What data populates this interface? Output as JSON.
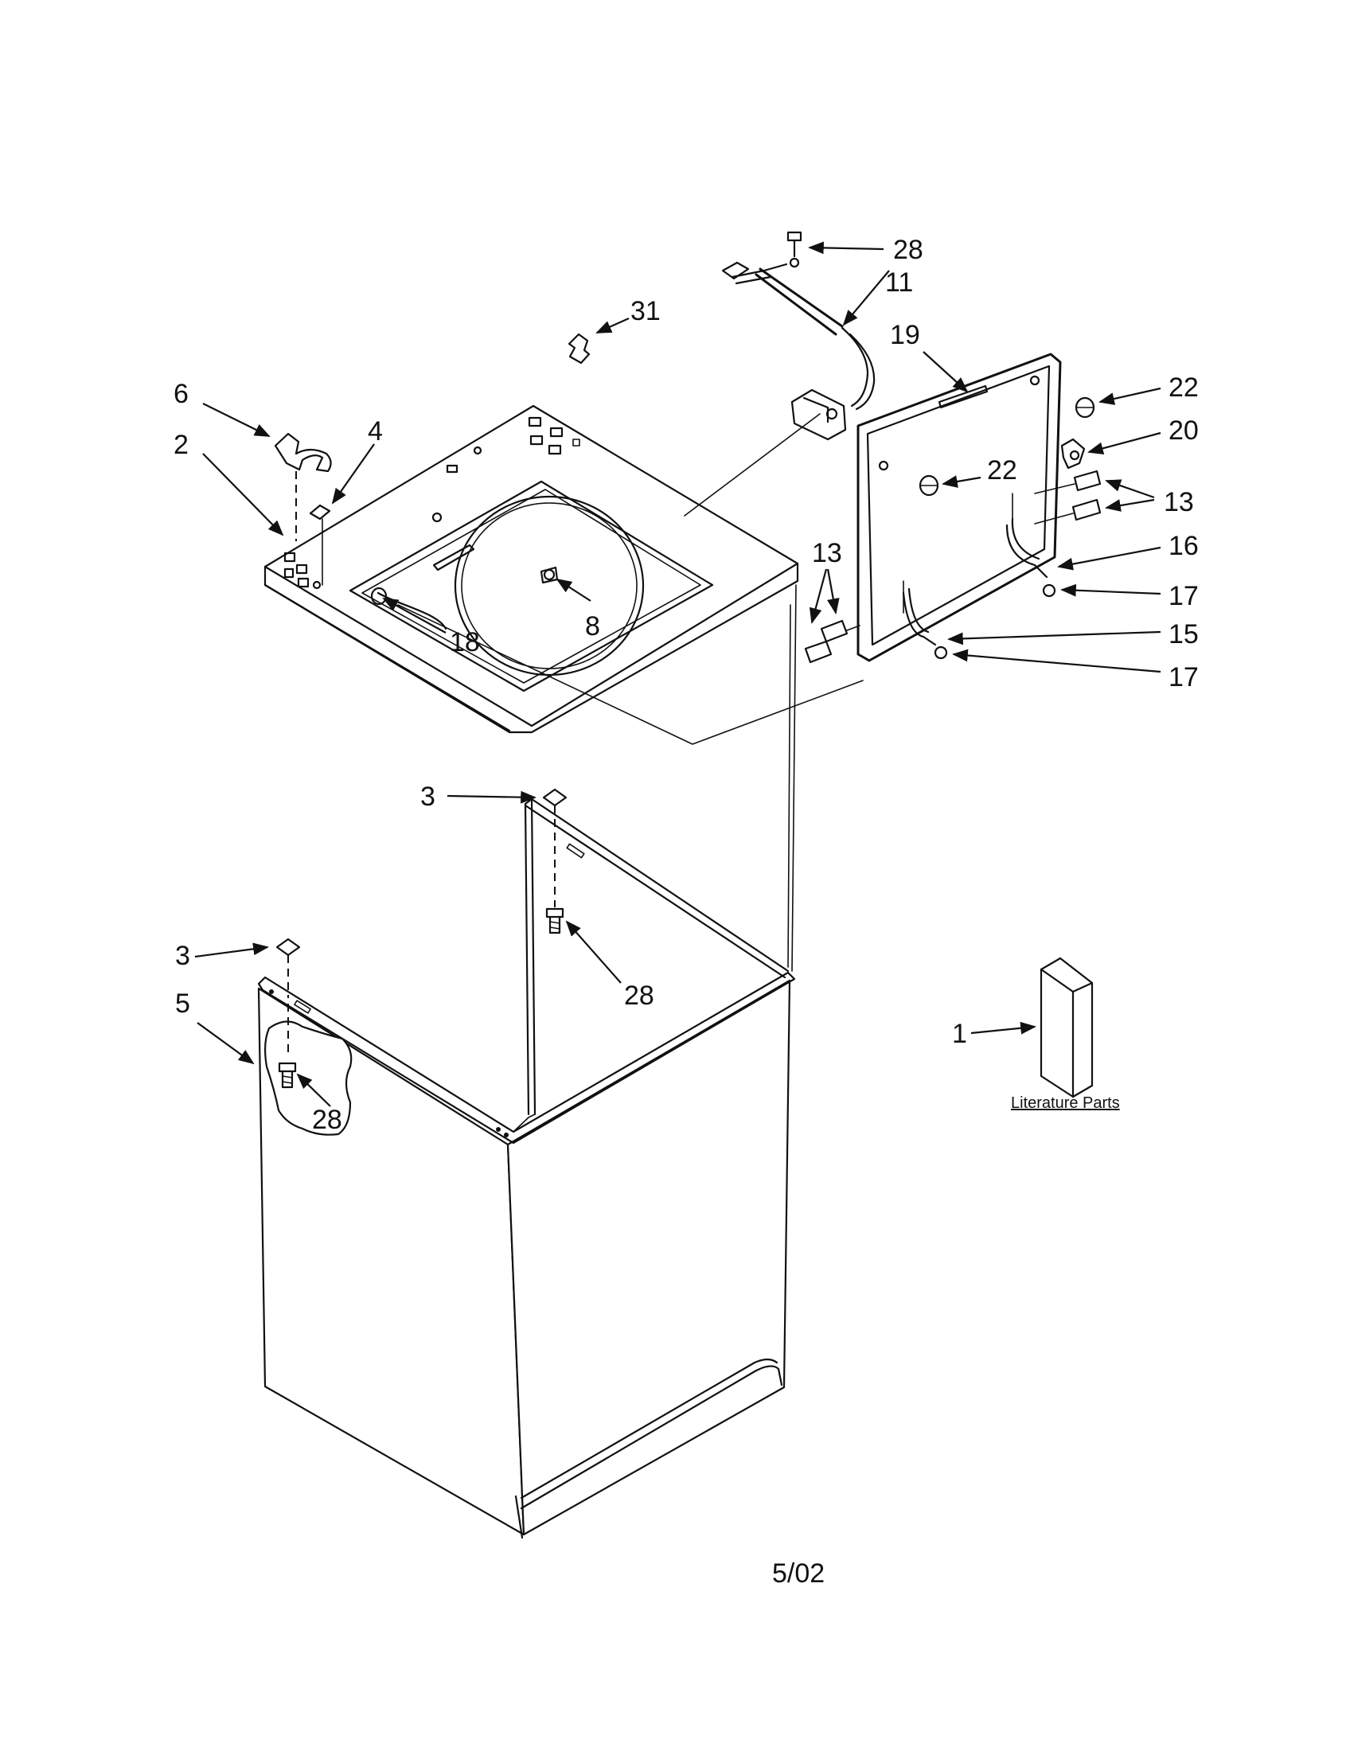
{
  "callouts": {
    "c28_top": "28",
    "c11": "11",
    "c31": "31",
    "c19": "19",
    "c22_top": "22",
    "c20": "20",
    "c22_mid": "22",
    "c13_right": "13",
    "c16": "16",
    "c17_top": "17",
    "c15": "15",
    "c17_bottom": "17",
    "c13_left": "13",
    "c6": "6",
    "c2": "2",
    "c4": "4",
    "c8": "8",
    "c18": "18",
    "c3_top": "3",
    "c3_left": "3",
    "c28_mid": "28",
    "c5": "5",
    "c28_left": "28",
    "c1": "1"
  },
  "literature_label": "Literature Parts",
  "date_code": "5/02",
  "colors": {
    "ink": "#111111",
    "paper": "#ffffff"
  }
}
